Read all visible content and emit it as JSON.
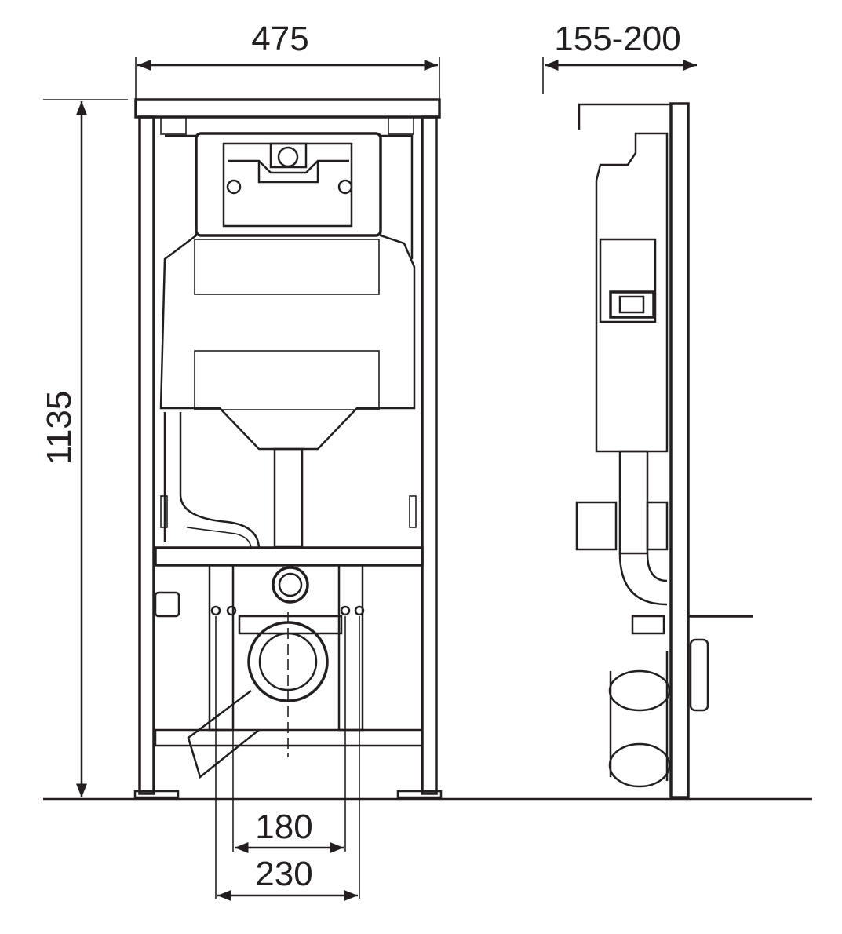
{
  "dimensions": {
    "width": "475",
    "depth": "155-200",
    "height": "1135",
    "bolt_spacing_inner": "180",
    "bolt_spacing_outer": "230"
  },
  "colors": {
    "line": "#231f20",
    "background": "#ffffff"
  }
}
